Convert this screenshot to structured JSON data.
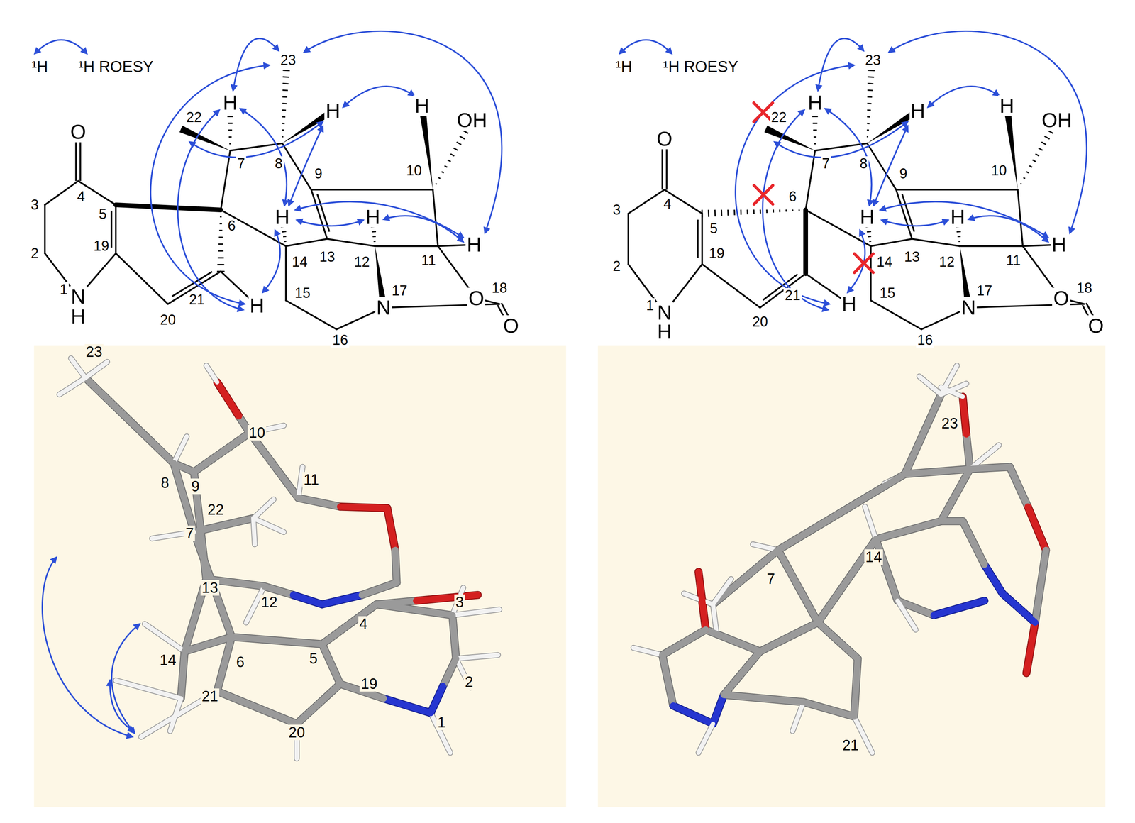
{
  "diagram": {
    "labels": [
      "¹H",
      "¹H ROESY",
      "23",
      "H",
      "H",
      "H",
      "OH",
      "O",
      "22",
      "7",
      "8",
      "9",
      "10",
      "4",
      "3",
      "5",
      "6",
      "H",
      "H",
      "H",
      "13",
      "12",
      "11",
      "2",
      "19",
      "21",
      "14",
      "O",
      "1",
      "N",
      "H",
      "20",
      "H",
      "15",
      "16",
      "N",
      "17",
      "18",
      "O",
      "¹H",
      "¹H ROESY",
      "23",
      "H",
      "H",
      "H",
      "OH",
      "O",
      "22",
      "7",
      "8",
      "9",
      "10",
      "4",
      "3",
      "6",
      "5",
      "H",
      "H",
      "H",
      "13",
      "12",
      "11",
      "2",
      "19",
      "21",
      "14",
      "O",
      "1",
      "N",
      "H",
      "20",
      "H",
      "15",
      "16",
      "N",
      "17",
      "18",
      "O",
      "23",
      "10",
      "8",
      "9",
      "11",
      "22",
      "7",
      "13",
      "12",
      "4",
      "3",
      "14",
      "6",
      "5",
      "19",
      "2",
      "21",
      "1",
      "20",
      "23",
      "14",
      "7",
      "21"
    ]
  }
}
